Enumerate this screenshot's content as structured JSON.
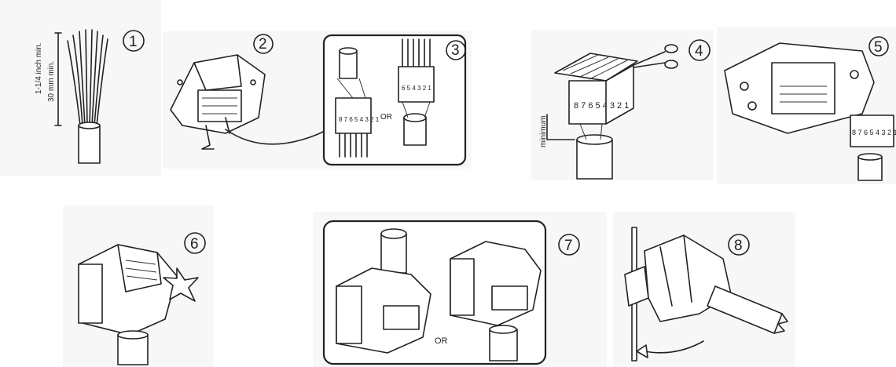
{
  "steps": [
    {
      "number": "1",
      "measure_imperial": "1-1/4 inch min.",
      "measure_metric": "30 mm min."
    },
    {
      "number": "2"
    },
    {
      "number": "3",
      "connector": "OR",
      "pin_label": "8 7 6 5 4 3 2 1",
      "pin_label_b": "6 5 4 3 2 1"
    },
    {
      "number": "4",
      "side_label": "minimum",
      "pin_label": "8 7 6 5 4 3 2 1"
    },
    {
      "number": "5",
      "pin_label": "8 7 6 5 4 3 2 1"
    },
    {
      "number": "6"
    },
    {
      "number": "7",
      "connector": "OR"
    },
    {
      "number": "8"
    }
  ],
  "icons": [
    "wire-bundle-icon",
    "cable-icon",
    "scissors-icon",
    "rotate-arrow-icon",
    "jack-icon"
  ]
}
